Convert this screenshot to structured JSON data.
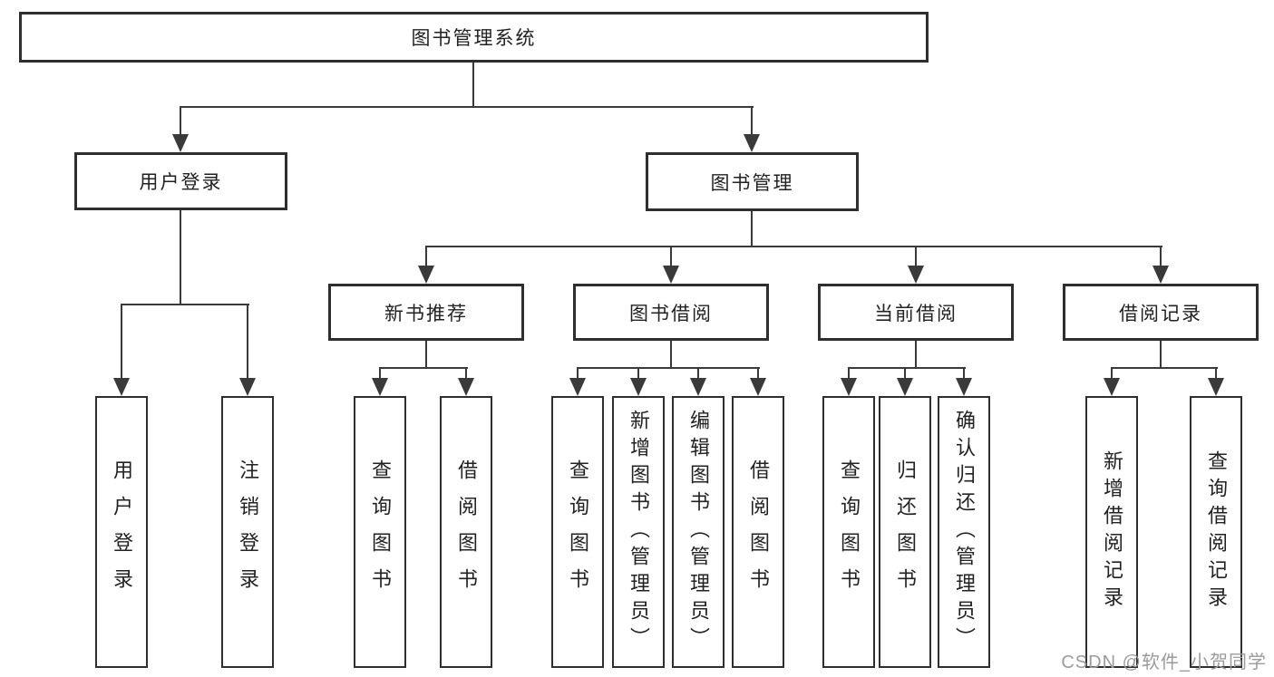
{
  "tree": {
    "root": {
      "label": "图书管理系统",
      "children": [
        {
          "label": "用户登录",
          "children": [
            {
              "label": "用户登录"
            },
            {
              "label": "注销登录"
            }
          ]
        },
        {
          "label": "图书管理",
          "children": [
            {
              "label": "新书推荐",
              "children": [
                {
                  "label": "查询图书"
                },
                {
                  "label": "借阅图书"
                }
              ]
            },
            {
              "label": "图书借阅",
              "children": [
                {
                  "label": "查询图书"
                },
                {
                  "label": "新增图书（管理员）"
                },
                {
                  "label": "编辑图书（管理员）"
                },
                {
                  "label": "借阅图书"
                }
              ]
            },
            {
              "label": "当前借阅",
              "children": [
                {
                  "label": "查询图书"
                },
                {
                  "label": "归还图书"
                },
                {
                  "label": "确认归还（管理员）"
                }
              ]
            },
            {
              "label": "借阅记录",
              "children": [
                {
                  "label": "新增借阅记录"
                },
                {
                  "label": "查询借阅记录"
                }
              ]
            }
          ]
        }
      ]
    }
  },
  "watermark": {
    "text": "CSDN @软件_小贺同学",
    "color": "#9b9b9b"
  },
  "colors": {
    "background": "#ffffff",
    "box_border": "#2e2e2e",
    "connector_line": "#3a3a3a",
    "text": "#222222"
  }
}
